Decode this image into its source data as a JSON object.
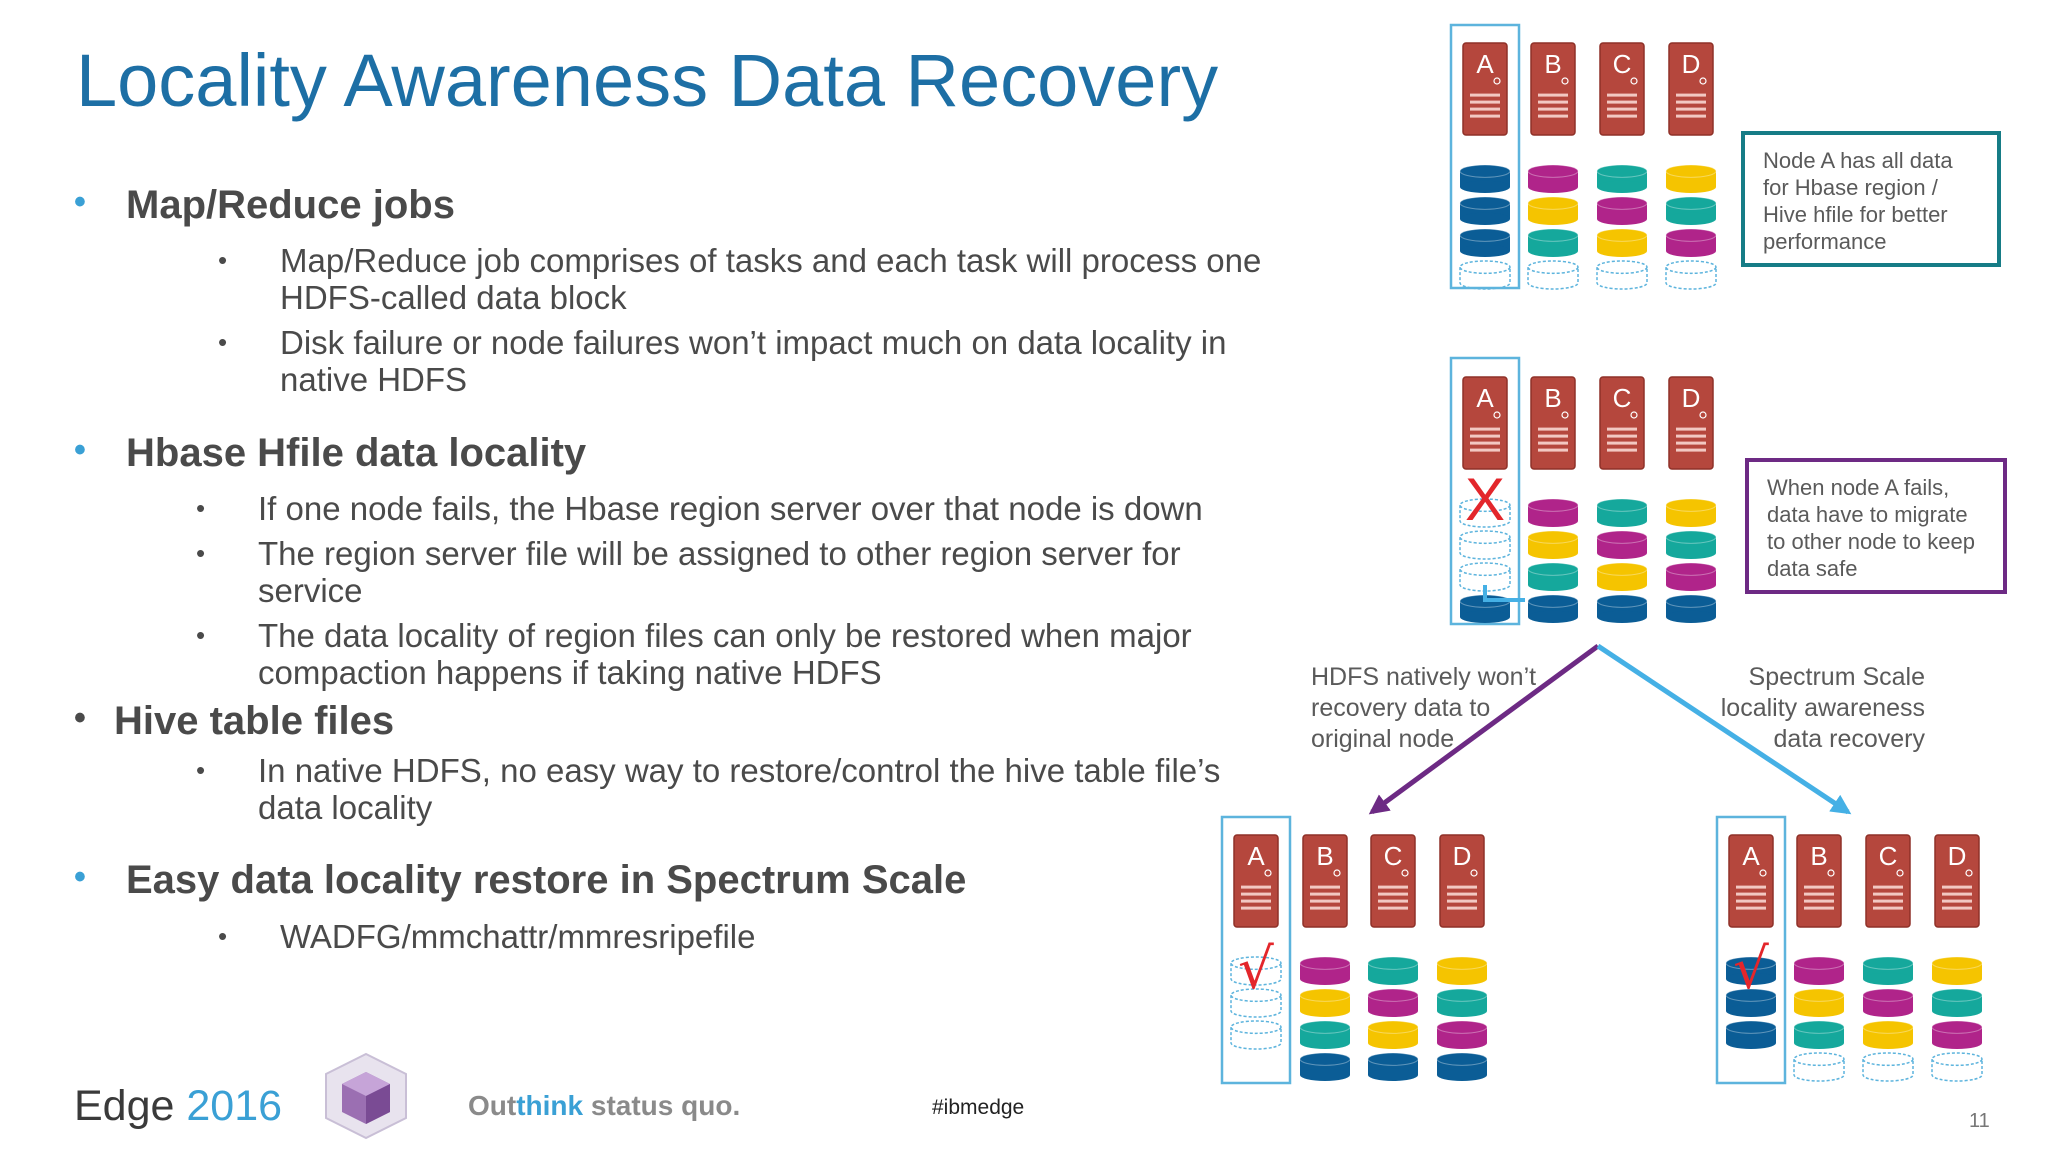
{
  "title": "Locality Awareness Data Recovery",
  "sections": {
    "mapreduce": {
      "heading": "Map/Reduce jobs",
      "items": [
        "Map/Reduce job comprises of tasks and each task will process one HDFS-called data block",
        "Disk failure or node failures won’t impact much on data locality in native HDFS"
      ]
    },
    "hbase": {
      "heading": "Hbase Hfile data locality",
      "items": [
        "If one node fails, the Hbase region server over that node is down",
        "The region server file will be assigned to other region server for service",
        "The data locality of region files can only be restored when major compaction happens if taking native HDFS"
      ]
    },
    "hive": {
      "heading": "Hive table files",
      "items": [
        "In native HDFS, no easy way to restore/control the hive table file’s data locality"
      ]
    },
    "spectrum": {
      "heading": "Easy data locality restore in Spectrum Scale",
      "items": [
        "WADFG/mmchattr/mmresripefile"
      ]
    }
  },
  "bullet_glyph": "•",
  "diagram": {
    "node_labels": [
      "A",
      "B",
      "C",
      "D"
    ],
    "failure_mark": "X",
    "restore_mark": "√",
    "callout_top": "Node A has all data for Hbase region / Hive hfile for better performance",
    "callout_fail": "When node A fails, data have to migrate to other node to keep data safe",
    "label_hdfs": "HDFS natively won’t recovery data to original node",
    "label_spectrum": "Spectrum Scale locality awareness data recovery",
    "colors": {
      "blue": "#0b5d96",
      "magenta": "#b0248a",
      "yellow": "#f5c400",
      "teal": "#15a89c",
      "server": "#b5473d",
      "highlight_box": "#5db4dd",
      "teal_border": "#167c86",
      "purple_border": "#6d2a84",
      "arrow_purple": "#6d2a84",
      "arrow_blue": "#45b0e5",
      "mark_red": "#e3262b"
    }
  },
  "footer": {
    "edge": "Edge",
    "year": "2016",
    "tagline_a": "Out",
    "tagline_b": "think",
    "tagline_c": " status quo.",
    "hashtag": "#ibmedge",
    "page": "11"
  }
}
